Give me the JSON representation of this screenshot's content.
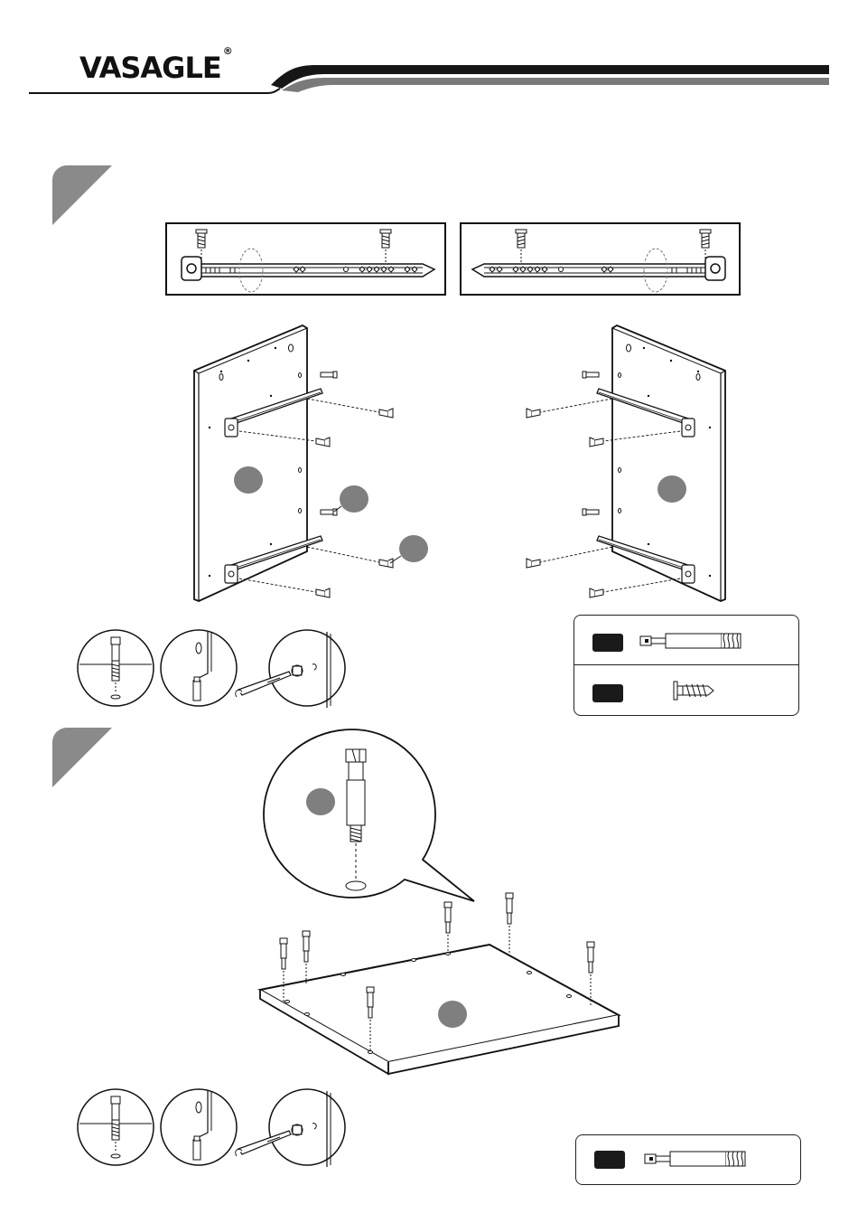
{
  "header": {
    "brand": "VASAGLE",
    "registered_mark": "®"
  },
  "steps": [
    {
      "id": "step-1",
      "number": ""
    },
    {
      "id": "step-2",
      "number": ""
    }
  ],
  "callouts": {
    "step1_left_panel": "",
    "step1_right_panel": "",
    "step1_cam_bolt": "",
    "step1_screw": "",
    "step2_bolt_detail": "",
    "step2_panel": ""
  },
  "hardware_box_1": {
    "items": [
      {
        "icon": "cam-bolt-icon",
        "label": ""
      },
      {
        "icon": "screw-icon",
        "label": ""
      }
    ]
  },
  "hardware_box_2": {
    "items": [
      {
        "icon": "cam-bolt-icon",
        "label": ""
      }
    ]
  },
  "colors": {
    "ink": "#111111",
    "marker_gray": "#8a8a8a",
    "callout_gray": "#7f7f7f",
    "label_fill": "#1a1a1a"
  }
}
